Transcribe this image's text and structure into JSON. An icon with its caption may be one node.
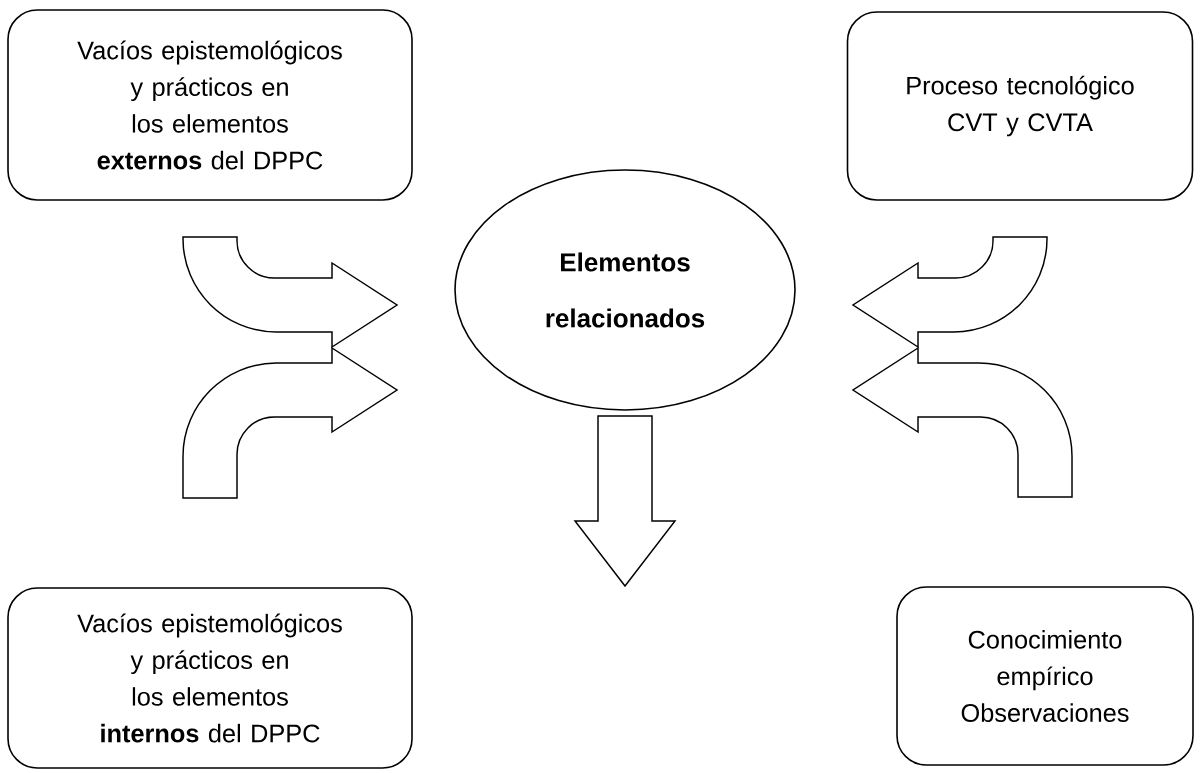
{
  "diagram": {
    "nodes": [
      {
        "text": [
          "Vacíos epistemológicos y prácticos en los elementos **externos** del DPPC"
        ]
      },
      {
        "text": [
          "Proceso tecnológico CVT y CVTA"
        ]
      },
      {
        "text": [
          "Elementos relacionados"
        ]
      },
      {
        "text": [
          "Vacíos epistemológicos y prácticos en los elementos **internos** del DPPC"
        ]
      },
      {
        "text": [
          "Conocimiento empírico Observaciones"
        ]
      }
    ],
    "edges": [
      {
        "from": 0,
        "to": 2,
        "arrow": "to"
      },
      {
        "from": 1,
        "to": 2,
        "arrow": "to"
      },
      {
        "from": 3,
        "to": 2,
        "arrow": "to"
      },
      {
        "from": 4,
        "to": 2,
        "arrow": "to"
      },
      {
        "from": 2,
        "to": null,
        "arrow": "to"
      }
    ]
  }
}
